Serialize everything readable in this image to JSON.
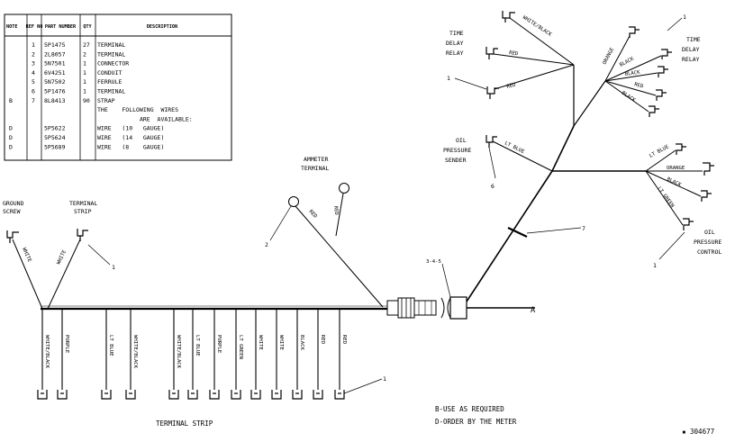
{
  "parts_table": {
    "headers": {
      "note": "NOTE",
      "ref_no": "REF NO",
      "part_number": "PART NUMBER",
      "qty": "QTY",
      "description": "DESCRIPTION"
    },
    "rows": [
      {
        "note": "",
        "ref": "1",
        "part": "5P1475",
        "qty": "27",
        "desc": "TERMINAL"
      },
      {
        "note": "",
        "ref": "2",
        "part": "2L8057",
        "qty": "2",
        "desc": "TERMINAL"
      },
      {
        "note": "",
        "ref": "3",
        "part": "5N7501",
        "qty": "1",
        "desc": "CONNECTOR"
      },
      {
        "note": "",
        "ref": "4",
        "part": "6V4251",
        "qty": "1",
        "desc": "CONDUIT"
      },
      {
        "note": "",
        "ref": "5",
        "part": "5N7502",
        "qty": "1",
        "desc": "FERRULE"
      },
      {
        "note": "",
        "ref": "6",
        "part": "5P1476",
        "qty": "1",
        "desc": "TERMINAL"
      },
      {
        "note": "B",
        "ref": "7",
        "part": "8L8413",
        "qty": "90",
        "desc": "STRAP"
      },
      {
        "note": "",
        "ref": "",
        "part": "",
        "qty": "",
        "desc": "THE    FOLLOWING  WIRES"
      },
      {
        "note": "",
        "ref": "",
        "part": "",
        "qty": "",
        "desc": "            ARE  AVAILABLE:"
      },
      {
        "note": "D",
        "ref": "",
        "part": "5P5622",
        "qty": "",
        "desc": "WIRE   (10   GAUGE)"
      },
      {
        "note": "D",
        "ref": "",
        "part": "5P5624",
        "qty": "",
        "desc": "WIRE   (14   GAUGE)"
      },
      {
        "note": "D",
        "ref": "",
        "part": "5P5689",
        "qty": "",
        "desc": "WIRE   (8    GAUGE)"
      }
    ]
  },
  "labels": {
    "ground_screw_1": "GROUND",
    "ground_screw_2": "SCREW",
    "terminal_strip_top_1": "TERMINAL",
    "terminal_strip_top_2": "STRIP",
    "ammeter_1": "AMMETER",
    "ammeter_2": "TERMINAL",
    "time_delay_relay_left_1": "TIME",
    "time_delay_relay_left_2": "DELAY",
    "time_delay_relay_left_3": "RELAY",
    "time_delay_relay_right_1": "TIME",
    "time_delay_relay_right_2": "DELAY",
    "time_delay_relay_right_3": "RELAY",
    "oil_sender_1": "OIL",
    "oil_sender_2": "PRESSURE",
    "oil_sender_3": "SENDER",
    "oil_control_1": "OIL",
    "oil_control_2": "PRESSURE",
    "oil_control_3": "CONTROL",
    "terminal_strip_bottom": "TERMINAL  STRIP",
    "note_b": "B-USE   AS   REQUIRED",
    "note_d": "D-ORDER   BY   THE   METER",
    "drawing_number": "▪ 304677"
  },
  "wires": {
    "ground_white": "WHITE",
    "strip_white": "WHITE",
    "ammeter_red_1": "RED",
    "ammeter_red_2": "RED",
    "relay_white_black": "WHITE/BLACK",
    "relay_red_upper": "RED",
    "relay_red_lower": "RED",
    "relay_orange": "ORANGE",
    "relay_black_1": "BLACK",
    "relay_black_2": "BLACK",
    "relay_red_right": "RED",
    "relay_black_3": "BLACK",
    "sender_lt_blue": "LT BLUE",
    "control_lt_blue": "LT BLUE",
    "control_orange": "ORANGE",
    "control_black": "BLACK",
    "control_lt_green": "LT GREEN",
    "connector_end": "A"
  },
  "bottom_wires": [
    "WHITE/BLACK",
    "PURPLE",
    "LT BLUE",
    "WHITE/BLACK",
    "WHITE/BLACK",
    "LT BLUE",
    "PURPLE",
    "LT GREEN",
    "WHITE",
    "WHITE",
    "BLACK",
    "RED",
    "RED"
  ],
  "callouts": {
    "c_strip_top": "1",
    "c_ammeter": "2",
    "c_relay_left": "1",
    "c_relay_right": "1",
    "c_sender": "6",
    "c_strap": "7",
    "c_connector": "3-4-5",
    "c_control": "1",
    "c_bottom": "1"
  }
}
